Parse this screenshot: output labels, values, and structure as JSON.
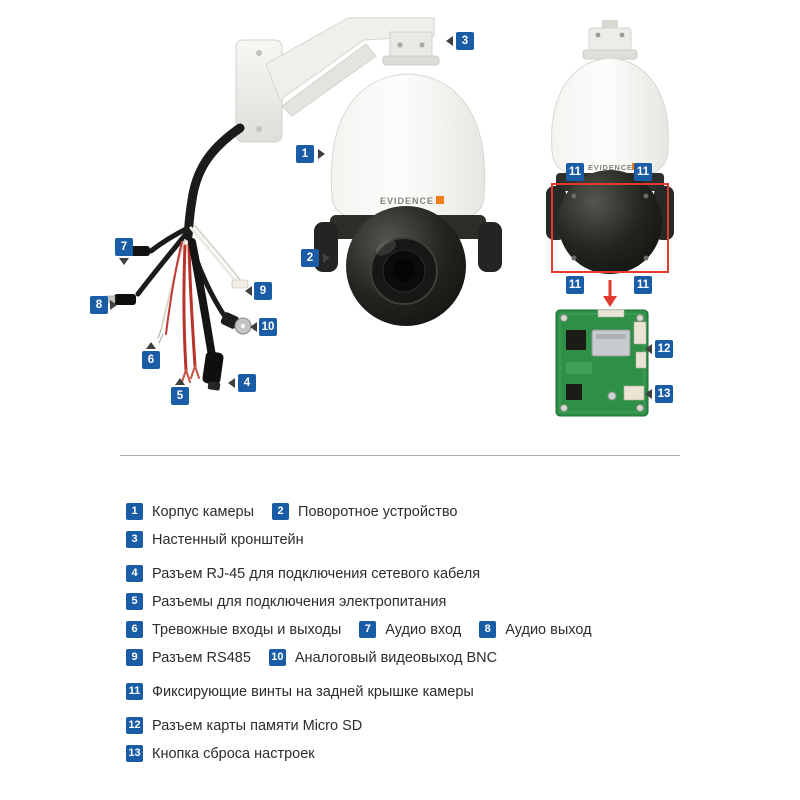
{
  "brand": {
    "name": "EVIDENCE"
  },
  "colors": {
    "badge": "#1a5ca6",
    "alert_red": "#e03a2d",
    "pcb_green": "#2e8f47"
  },
  "diagram": {
    "callouts": [
      {
        "n": "1"
      },
      {
        "n": "2"
      },
      {
        "n": "3"
      },
      {
        "n": "4"
      },
      {
        "n": "5"
      },
      {
        "n": "6"
      },
      {
        "n": "7"
      },
      {
        "n": "8"
      },
      {
        "n": "9"
      },
      {
        "n": "10"
      },
      {
        "n": "11"
      },
      {
        "n": "11"
      },
      {
        "n": "11"
      },
      {
        "n": "11"
      },
      {
        "n": "12"
      },
      {
        "n": "13"
      }
    ]
  },
  "legend": {
    "rows": [
      {
        "items": [
          {
            "n": "1",
            "label": "Корпус камеры"
          },
          {
            "n": "2",
            "label": "Поворотное устройство"
          }
        ]
      },
      {
        "items": [
          {
            "n": "3",
            "label": "Настенный кронштейн"
          }
        ]
      },
      {
        "items": [
          {
            "n": "4",
            "label": "Разъем RJ-45 для подключения сетевого кабеля"
          }
        ]
      },
      {
        "items": [
          {
            "n": "5",
            "label": "Разъемы для подключения электропитания"
          }
        ]
      },
      {
        "items": [
          {
            "n": "6",
            "label": "Тревожные входы и выходы"
          },
          {
            "n": "7",
            "label": "Аудио вход"
          },
          {
            "n": "8",
            "label": "Аудио выход"
          }
        ]
      },
      {
        "items": [
          {
            "n": "9",
            "label": "Разъем RS485"
          },
          {
            "n": "10",
            "label": "Аналоговый видеовыход BNC"
          }
        ]
      },
      {
        "items": [
          {
            "n": "11",
            "label": "Фиксирующие винты на задней крышке камеры"
          }
        ]
      },
      {
        "items": [
          {
            "n": "12",
            "label": "Разъем карты памяти Micro SD"
          }
        ]
      },
      {
        "items": [
          {
            "n": "13",
            "label": "Кнопка сброса настроек"
          }
        ]
      }
    ]
  }
}
